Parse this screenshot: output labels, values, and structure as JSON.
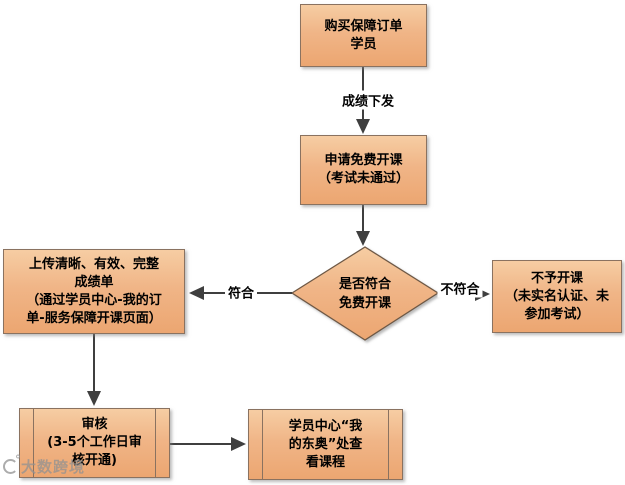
{
  "flowchart": {
    "nodes": {
      "buy_order": {
        "label": [
          "购买保障订单",
          "学员"
        ]
      },
      "apply_free": {
        "label": [
          "申请免费开课",
          "（考试未通过）"
        ]
      },
      "decision": {
        "label": [
          "是否符合",
          "免费开课"
        ]
      },
      "upload": {
        "label": [
          "上传清晰、有效、完整",
          "成绩单",
          "（通过学员中心-我的订",
          "单-服务保障开课页面）"
        ]
      },
      "no_open": {
        "label": [
          "不予开课",
          "（未实名认证、未",
          "参加考试）"
        ]
      },
      "review": {
        "label": [
          "审核",
          "(3-5个工作日审",
          "核开通)"
        ]
      },
      "view_course": {
        "label": [
          "学员中心“我",
          "的东奥”处查",
          "看课程"
        ]
      }
    },
    "edge_labels": {
      "grade_release": "成绩下发",
      "match": "符合",
      "not_match": "不符合"
    },
    "colors": {
      "node_fill_top": "#f6cda3",
      "node_fill_bottom": "#eca671",
      "node_border": "#8a7260",
      "connector": "#3f3f3f",
      "text": "#000000",
      "watermark": "#919191"
    }
  },
  "watermark": {
    "icon": "brand-logo",
    "text": "大数跨境"
  }
}
